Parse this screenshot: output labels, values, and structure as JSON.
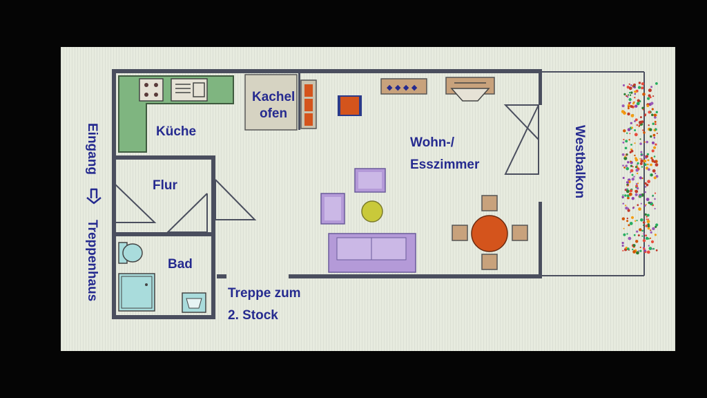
{
  "rooms": {
    "kitchen": "Küche",
    "hall": "Flur",
    "bath": "Bad",
    "stove_line1": "Kachel",
    "stove_line2": "ofen",
    "living_line1": "Wohn-/",
    "living_line2": "Esszimmer",
    "balcony": "Westbalkon"
  },
  "side_labels": {
    "entrance": "Eingang",
    "stairwell": "Treppenhaus"
  },
  "stairs_note": {
    "line1": "Treppe zum",
    "line2": "2. Stock"
  },
  "colors": {
    "wall": "#4a4e5e",
    "text": "#252a8f",
    "furniture_purple": "#b49ad8",
    "kitchen_green": "#7fb580",
    "table_orange": "#d4541c",
    "chair_tan": "#c8a27c",
    "stove_beige": "#d6d3c2",
    "bath_cyan": "#a9dcdc"
  },
  "icons": [
    "arrow-icon",
    "plants-icon"
  ]
}
